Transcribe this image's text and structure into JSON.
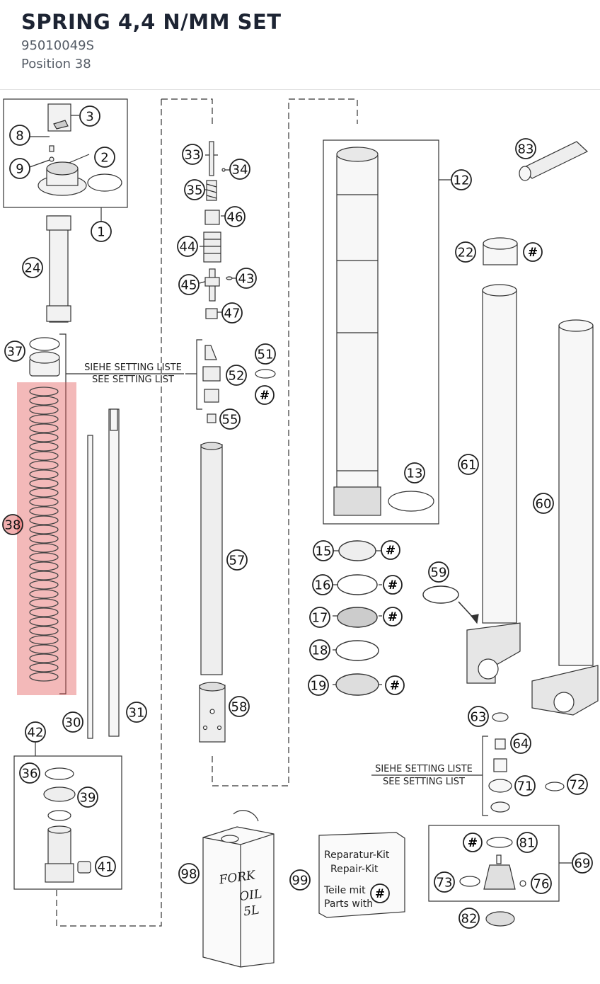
{
  "header": {
    "title": "SPRING 4,4 N/MM SET",
    "part_number": "95010049S",
    "position": "Position 38"
  },
  "diagram": {
    "highlight_color": "#e05050",
    "highlighted_callout": "38",
    "callouts": [
      "1",
      "2",
      "3",
      "8",
      "9",
      "12",
      "13",
      "15",
      "16",
      "17",
      "18",
      "19",
      "22",
      "24",
      "30",
      "31",
      "33",
      "34",
      "35",
      "36",
      "37",
      "38",
      "39",
      "41",
      "42",
      "43",
      "44",
      "45",
      "46",
      "47",
      "51",
      "52",
      "55",
      "57",
      "58",
      "59",
      "60",
      "61",
      "63",
      "64",
      "69",
      "71",
      "72",
      "73",
      "76",
      "81",
      "82",
      "83",
      "98",
      "99"
    ],
    "hash_symbol": "#",
    "notes": [
      {
        "line1": "SIEHE SETTING LISTE",
        "line2": "SEE SETTING LIST"
      },
      {
        "line1": "SIEHE SETTING LISTE",
        "line2": "SEE SETTING LIST"
      }
    ],
    "repair_kit": {
      "line1": "Reparatur-Kit",
      "line2": "Repair-Kit",
      "line3": "Teile mit",
      "line4": "Parts with"
    },
    "oil_can": {
      "line1": "FORK",
      "line2": "OIL",
      "line3": "5L"
    }
  }
}
